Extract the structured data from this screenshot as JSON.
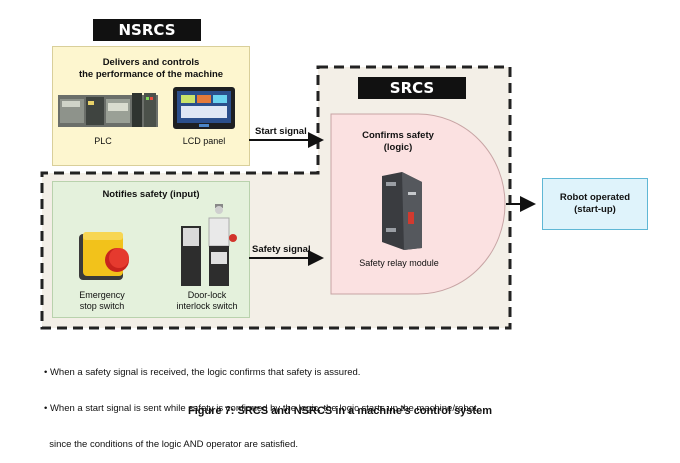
{
  "nsrcs": {
    "title": "NSRCS",
    "desc_line1": "Delivers and controls",
    "desc_line2": "the performance of the machine",
    "plc_label": "PLC",
    "lcd_label": "LCD panel"
  },
  "srcs": {
    "title": "SRCS",
    "confirm_line1": "Confirms safety",
    "confirm_line2": "(logic)",
    "relay_label": "Safety relay module"
  },
  "input": {
    "title": "Notifies safety (input)",
    "estop_line1": "Emergency",
    "estop_line2": "stop switch",
    "door_line1": "Door-lock",
    "door_line2": "interlock switch"
  },
  "signals": {
    "start": "Start signal",
    "safety": "Safety signal"
  },
  "robot": {
    "line1": "Robot operated",
    "line2": "(start-up)"
  },
  "notes": [
    "• When a safety signal is received, the logic confirms that safety is assured.",
    "• When a start signal is sent while safety is confirmed by the logic, the logic starts up the machine/robot",
    "  since the conditions of the logic AND operator are satisfied."
  ],
  "figure_caption": "Figure 7: SRCS and NSRCS in a machine's control system",
  "colors": {
    "nsrcs_fill": "#fdf6cf",
    "input_fill": "#e4f1dc",
    "srcs_region_fill": "#f3efe7",
    "logic_fill": "#fbe1e1",
    "robot_fill": "#dff3fb",
    "robot_border": "#5fb7d5"
  }
}
